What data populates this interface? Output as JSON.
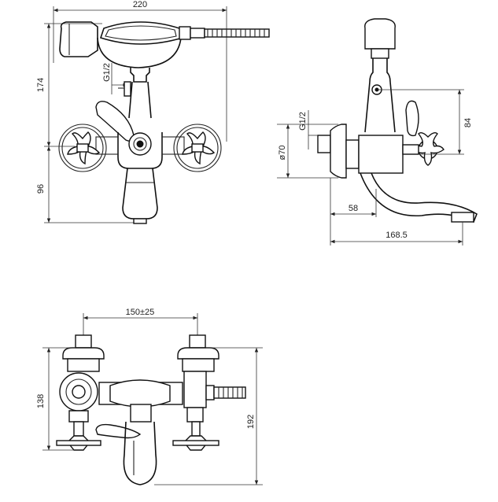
{
  "dimensions": {
    "front_width": "220",
    "front_upper_height": "174",
    "front_lower_height": "96",
    "inlet_thread_front": "G1/2",
    "side_inlet_thread": "G1/2",
    "side_flange_diameter": "ø70",
    "side_height": "84",
    "side_wall_offset": "58",
    "side_projection": "168.5",
    "top_centers": "150±25",
    "top_depth": "138",
    "top_overall": "192"
  }
}
